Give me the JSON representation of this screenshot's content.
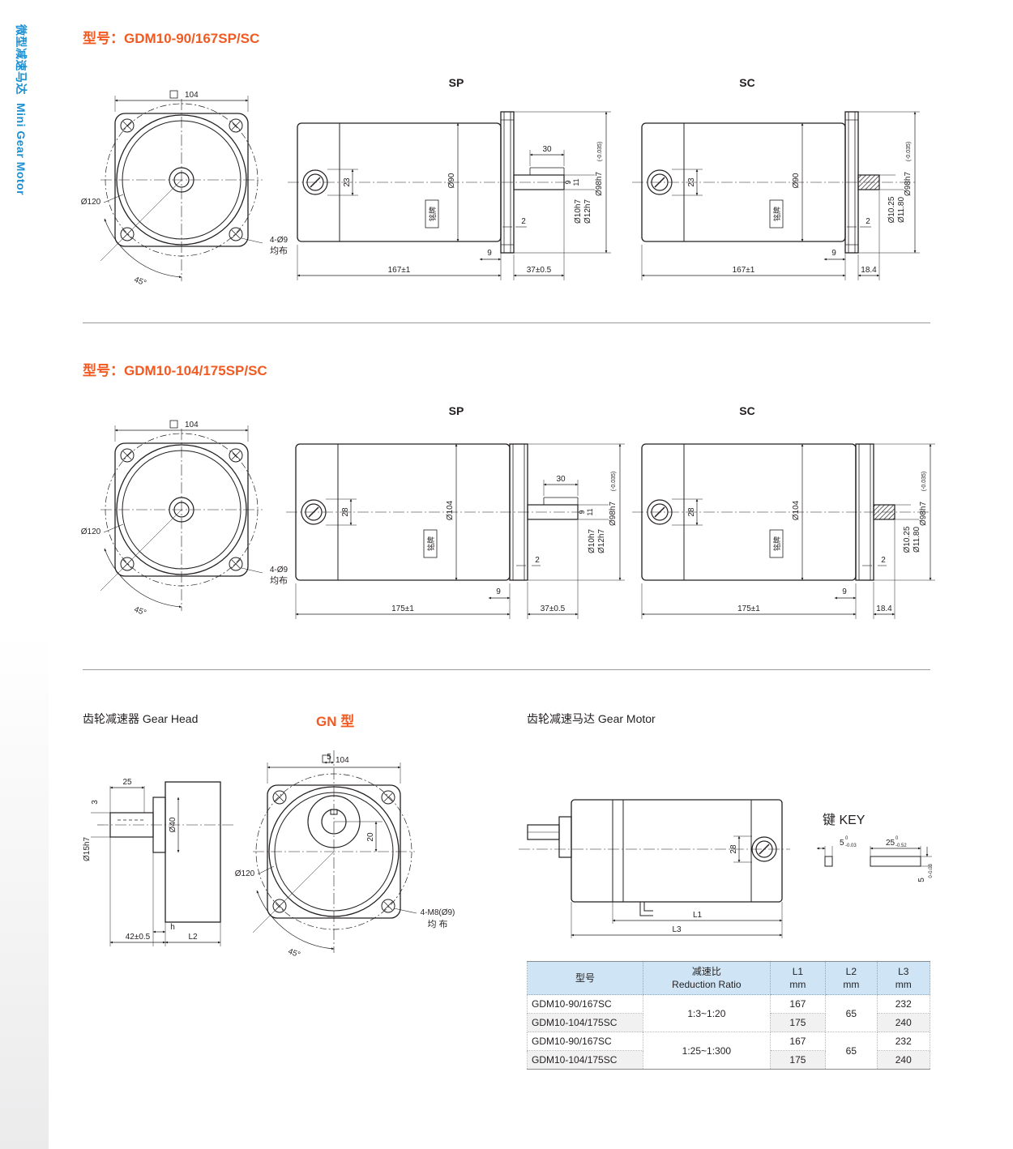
{
  "sidebar": {
    "title_cn": "微型减速马达",
    "title_en": "Mini Gear Motor"
  },
  "sections": [
    {
      "title": "型号：GDM10-90/167SP/SC",
      "flange": {
        "square": "104",
        "circle": "Ø120",
        "holes": "4-Ø9",
        "holes_note": "均布",
        "angle": "45°"
      },
      "sp": {
        "label": "SP",
        "box": "23",
        "body_dia": "Ø90",
        "nameplate": "铭牌",
        "len": "167±1",
        "shaft_len": "37±0.5",
        "gap": "9",
        "step": "2",
        "key_len": "30",
        "k1": "9",
        "k2": "11",
        "d1": "Ø10h7",
        "d2": "Ø12h7",
        "d3": "Ø98h7",
        "tol": "(-0.035)"
      },
      "sc": {
        "label": "SC",
        "box": "23",
        "body_dia": "Ø90",
        "nameplate": "铭牌",
        "len": "167±1",
        "gap": "9",
        "step": "2",
        "shaft_len": "18.4",
        "d1": "Ø10.25",
        "d2": "Ø11.80",
        "d3": "Ø98h7",
        "tol": "(-0.035)"
      }
    },
    {
      "title": "型号：GDM10-104/175SP/SC",
      "flange": {
        "square": "104",
        "circle": "Ø120",
        "holes": "4-Ø9",
        "holes_note": "均布",
        "angle": "45°"
      },
      "sp": {
        "label": "SP",
        "box": "28",
        "body_dia": "Ø104",
        "nameplate": "铭牌",
        "len": "175±1",
        "shaft_len": "37±0.5",
        "gap": "9",
        "step": "2",
        "key_len": "30",
        "k1": "9",
        "k2": "11",
        "d1": "Ø10h7",
        "d2": "Ø12h7",
        "d3": "Ø98h7",
        "tol": "(-0.035)"
      },
      "sc": {
        "label": "SC",
        "box": "28",
        "body_dia": "Ø104",
        "nameplate": "铭牌",
        "len": "175±1",
        "gap": "9",
        "step": "2",
        "shaft_len": "18.4",
        "d1": "Ø10.25",
        "d2": "Ø11.80",
        "d3": "Ø98h7",
        "tol": "(-0.035)"
      }
    }
  ],
  "gearhead": {
    "label": "齿轮减速器 Gear Head",
    "key_len": "25",
    "key_h": "3",
    "shaft_dia": "Ø15h7",
    "boss_dia": "Ø40",
    "len1": "42±0.5",
    "len2": "L2",
    "h": "h"
  },
  "gn": {
    "label": "GN 型",
    "square": "104",
    "offset": "5",
    "dim20": "20",
    "circle": "Ø120",
    "holes": "4-M8(Ø9)",
    "holes_note": "均 布",
    "angle": "45°"
  },
  "gearmotor": {
    "label": "齿轮减速马达 Gear Motor",
    "box": "28",
    "l1": "L1",
    "l3": "L3",
    "key_label": "键 KEY",
    "key_w": "5",
    "key_w_tol": "-0.03",
    "key_l": "25",
    "key_l_tol": "-0.52",
    "key_h": "5",
    "key_h_tol": "-0.03",
    "zero": "0"
  },
  "table": {
    "headers": [
      {
        "cn": "型号",
        "en": ""
      },
      {
        "cn": "减速比",
        "en": "Reduction Ratio"
      },
      {
        "cn": "L1",
        "en": "mm"
      },
      {
        "cn": "L2",
        "en": "mm"
      },
      {
        "cn": "L3",
        "en": "mm"
      }
    ],
    "rows": [
      {
        "model": "GDM10-90/167SC",
        "l1": "167",
        "l3": "232"
      },
      {
        "model": "GDM10-104/175SC",
        "l1": "175",
        "l3": "240"
      },
      {
        "model": "GDM10-90/167SC",
        "l1": "167",
        "l3": "232"
      },
      {
        "model": "GDM10-104/175SC",
        "l1": "175",
        "l3": "240"
      }
    ],
    "groups": [
      {
        "ratio": "1:3~1:20",
        "l2": "65"
      },
      {
        "ratio": "1:25~1:300",
        "l2": "65"
      }
    ]
  },
  "colors": {
    "accent": "#f15a22",
    "brand": "#1a8fd1",
    "header_bg": "#cfe5f5"
  }
}
